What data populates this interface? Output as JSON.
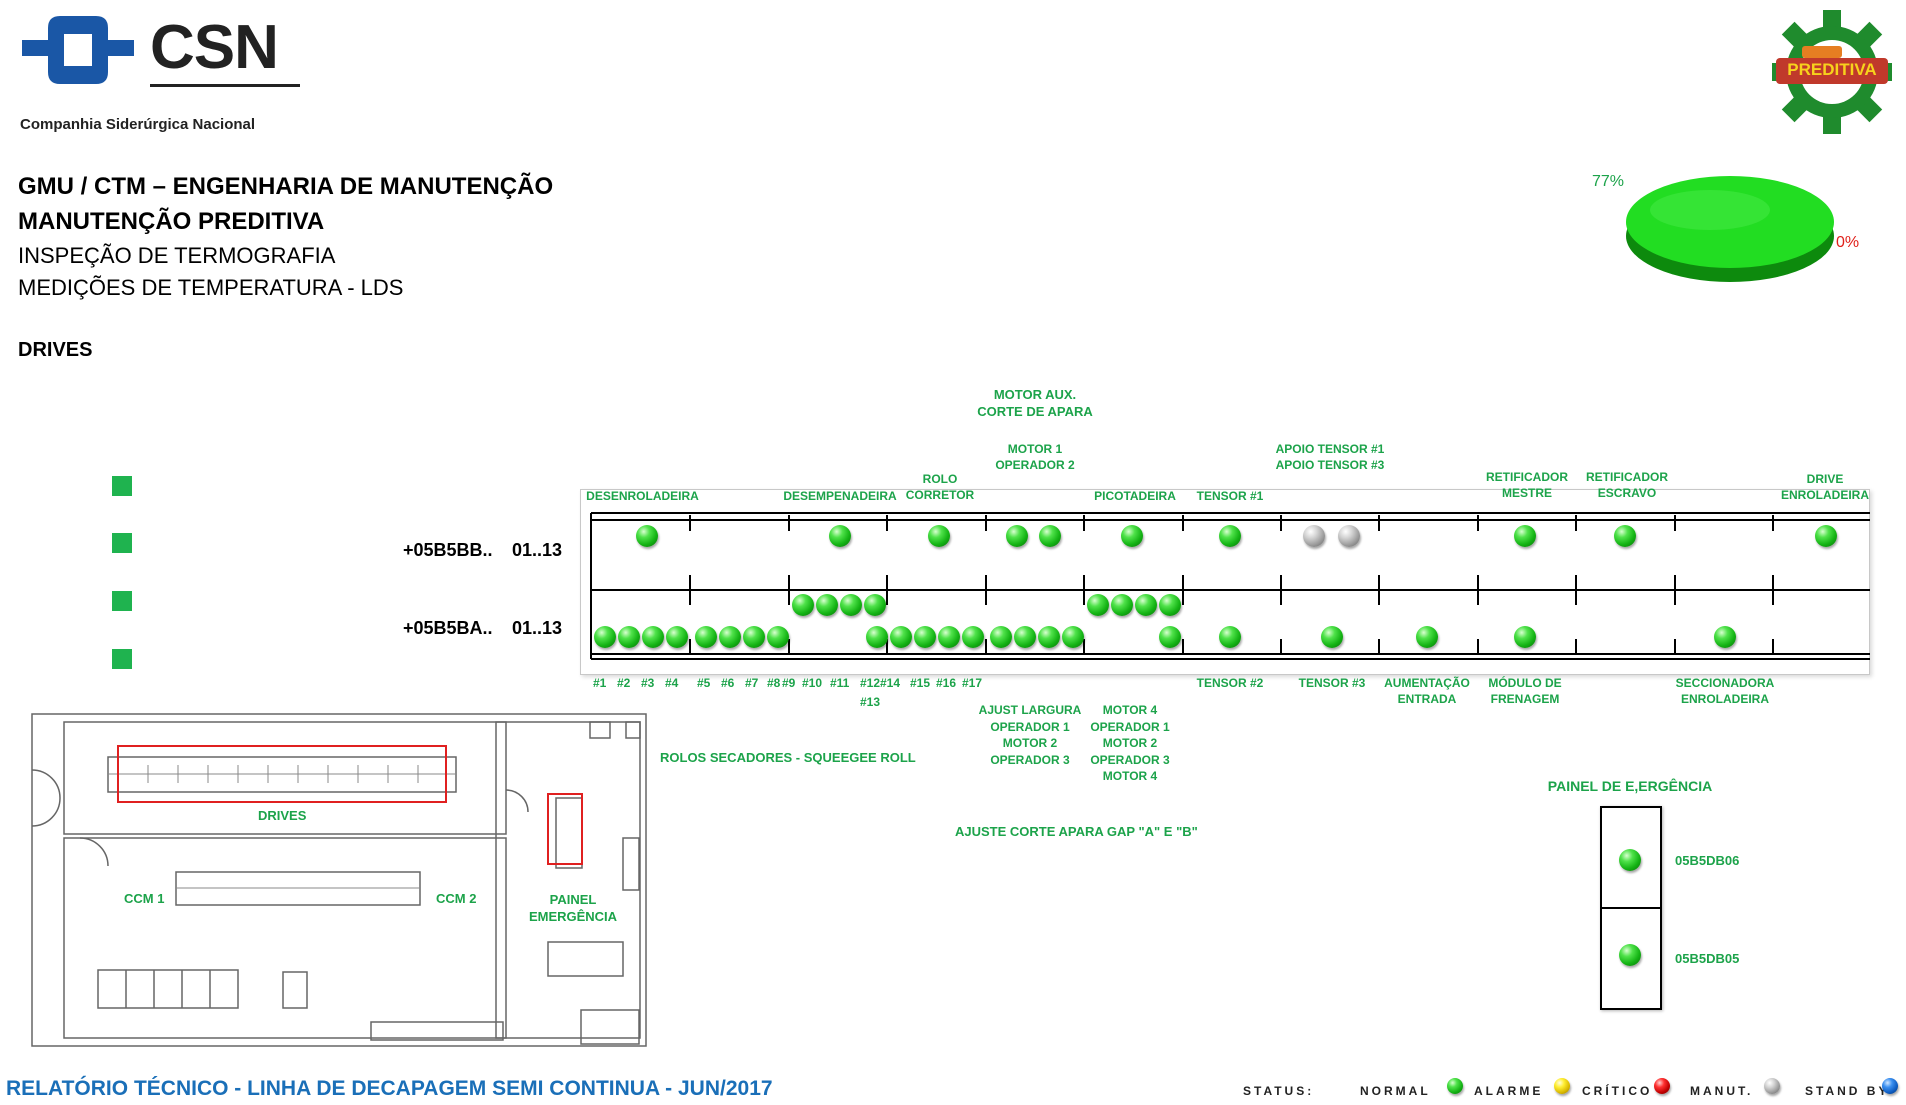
{
  "brand": {
    "logo_text": "CSN",
    "company_name": "Companhia Siderúrgica Nacional",
    "badge_text": "PREDITIVA",
    "brand_color": "#1a57a6"
  },
  "header": {
    "line1": "GMU / CTM – ENGENHARIA DE MANUTENÇÃO",
    "line2": "MANUTENÇÃO PREDITIVA",
    "line3": "INSPEÇÃO DE TERMOGRAFIA",
    "line4": "MEDIÇÕES DE TEMPERATURA - LDS",
    "section": "DRIVES"
  },
  "pie": {
    "label_main": "77%",
    "label_zero": "0%",
    "percent_normal": 77,
    "color": "#22dd22"
  },
  "rows": {
    "bb_label": "+05B5BB..",
    "bb_range": "01..13",
    "ba_label": "+05B5BA..",
    "ba_range": "01..13"
  },
  "top_labels": {
    "desenroladeira": "DESENROLADEIRA",
    "desempenadeira": "DESEMPENADEIRA",
    "rolo_corretor": "ROLO\nCORRETOR",
    "motor_aux": "MOTOR AUX.\nCORTE DE APARA",
    "motor1": "MOTOR 1\nOPERADOR 2",
    "picotadeira": "PICOTADEIRA",
    "tensor1": "TENSOR #1",
    "apoio": "APOIO TENSOR #1\nAPOIO TENSOR #3",
    "retif_mestre": "RETIFICADOR\nMESTRE",
    "retif_escravo": "RETIFICADOR\nESCRAVO",
    "drive_enrol": "DRIVE\nENROLADEIRA"
  },
  "roll_numbers": [
    "#1",
    "#2",
    "#3",
    "#4",
    "#5",
    "#6",
    "#7",
    "#8",
    "#9",
    "#10",
    "#11",
    "#12",
    "#14",
    "#15",
    "#16",
    "#17"
  ],
  "roll_13": "#13",
  "bottom_labels": {
    "ajust": "AJUST LARGURA\nOPERADOR 1\nMOTOR 2\nOPERADOR 3",
    "motor4": "MOTOR 4\nOPERADOR 1\nMOTOR 2\nOPERADOR 3\nMOTOR 4",
    "tensor2": "TENSOR #2",
    "tensor3": "TENSOR #3",
    "alimentacao": "AUMENTAÇÃO\nENTRADA",
    "modulo": "MÓDULO DE\nFRENAGEM",
    "seccionadora": "SECCIONADORA\nENROLADEIRA",
    "rolos_secadores": "ROLOS SECADORES - SQUEEGEE ROLL",
    "ajuste_corte": "AJUSTE CORTE APARA GAP \"A\" E \"B\""
  },
  "emergency": {
    "title": "PAINEL DE E,ERGÊNCIA",
    "db06": "05B5DB06",
    "db05": "05B5DB05"
  },
  "floorplan": {
    "drives": "DRIVES",
    "ccm1": "CCM 1",
    "ccm2": "CCM 2",
    "painel": "PAINEL\nEMERGÊNCIA"
  },
  "footer": {
    "report": "RELATÓRIO TÉCNICO - LINHA DE DECAPAGEM SEMI CONTINUA - JUN/2017",
    "status": "STATUS:",
    "normal": "NORMAL",
    "alarme": "ALARME",
    "critico": "CRÍTICO",
    "manut": "MANUT.",
    "standby": "STAND BY",
    "footer_color": "#1a6fb8"
  }
}
